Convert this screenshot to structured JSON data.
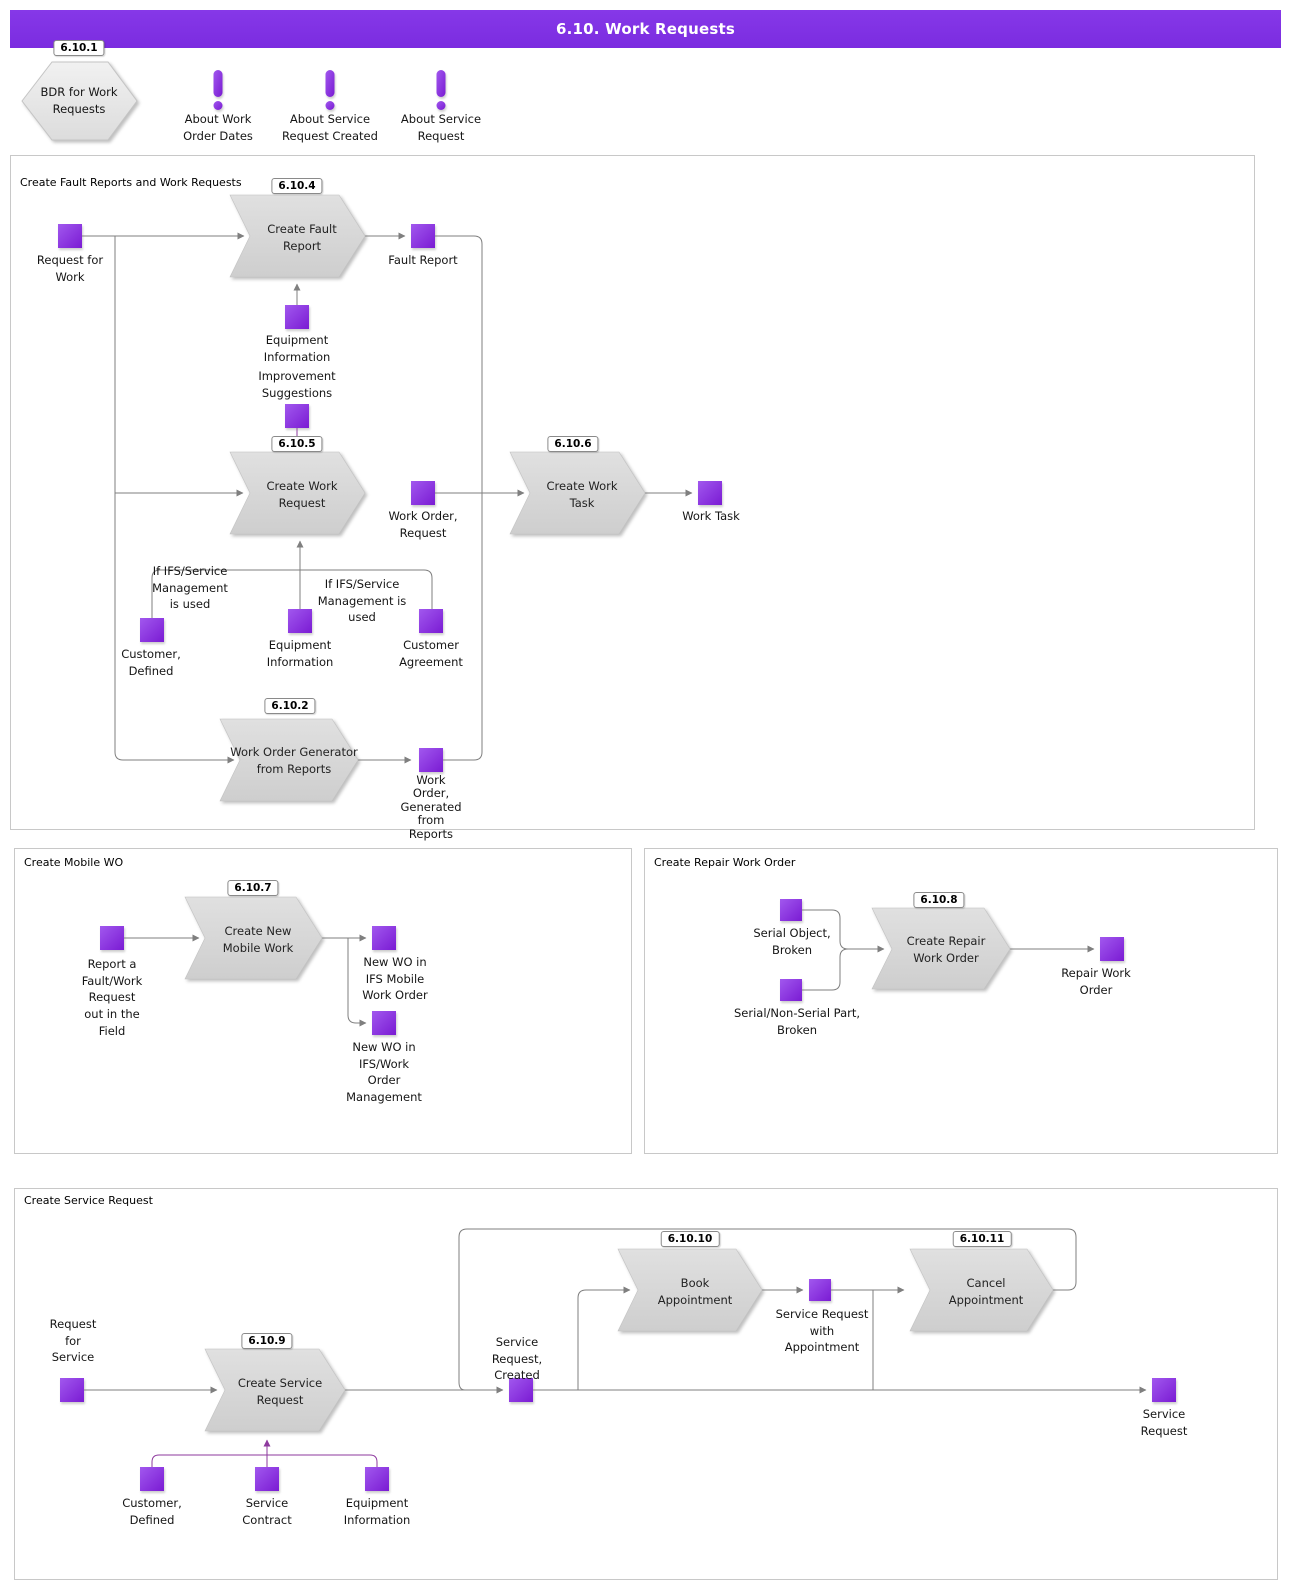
{
  "header": {
    "title": "6.10. Work Requests"
  },
  "bdr": {
    "badge": "6.10.1",
    "label": "BDR for Work\nRequests"
  },
  "notes": [
    {
      "label": "About Work\nOrder Dates"
    },
    {
      "label": "About Service\nRequest Created"
    },
    {
      "label": "About Service\nRequest"
    }
  ],
  "panels": {
    "fault": {
      "title": "Create Fault Reports and Work Requests",
      "proc": {
        "createFaultReport": {
          "badge": "6.10.4",
          "label": "Create Fault\nReport"
        },
        "createWorkRequest": {
          "badge": "6.10.5",
          "label": "Create Work\nRequest"
        },
        "createWorkTask": {
          "badge": "6.10.6",
          "label": "Create Work\nTask"
        },
        "workOrderGenerator": {
          "badge": "6.10.2",
          "label": "Work Order Generator\nfrom Reports"
        }
      },
      "nodes": {
        "requestForWork": "Request for\nWork",
        "faultReport": "Fault Report",
        "equipmentInformationTop": "Equipment\nInformation",
        "improvementSuggestions": "Improvement\nSuggestions",
        "workOrderRequest": "Work Order,\nRequest",
        "workTask": "Work Task",
        "conditionLeft": "If IFS/Service\nManagement\nis used",
        "conditionRight": "If IFS/Service\nManagement is\nused",
        "customerDefined": "Customer,\nDefined",
        "equipmentInformation": "Equipment\nInformation",
        "customerAgreement": "Customer\nAgreement",
        "workOrderGenerated": "Work\nOrder,\nGenerated\nfrom\nReports"
      }
    },
    "mobile": {
      "title": "Create Mobile WO",
      "proc": {
        "createNewMobileWork": {
          "badge": "6.10.7",
          "label": "Create New\nMobile Work"
        }
      },
      "nodes": {
        "reportFault": "Report a\nFault/Work\nRequest\nout in the\nField",
        "newWoMobile": "New WO in\nIFS Mobile\nWork Order",
        "newWoIfs": "New WO in\nIFS/Work\nOrder\nManagement"
      }
    },
    "repair": {
      "title": "Create Repair Work Order",
      "proc": {
        "createRepairWorkOrder": {
          "badge": "6.10.8",
          "label": "Create Repair\nWork Order"
        }
      },
      "nodes": {
        "serialObject": "Serial Object,\nBroken",
        "serialPart": "Serial/Non-Serial Part,\nBroken",
        "repairWorkOrder": "Repair Work\nOrder"
      }
    },
    "service": {
      "title": "Create Service Request",
      "proc": {
        "createServiceRequest": {
          "badge": "6.10.9",
          "label": "Create Service\nRequest"
        },
        "bookAppointment": {
          "badge": "6.10.10",
          "label": "Book\nAppointment"
        },
        "cancelAppointment": {
          "badge": "6.10.11",
          "label": "Cancel\nAppointment"
        }
      },
      "nodes": {
        "requestForService": "Request\nfor\nService",
        "serviceRequestCreated": "Service\nRequest,\nCreated",
        "serviceRequestWithAppointment": "Service Request\nwith\nAppointment",
        "serviceRequest": "Service\nRequest",
        "customerDefined": "Customer,\nDefined",
        "serviceContract": "Service\nContract",
        "equipmentInformation": "Equipment\nInformation"
      }
    }
  },
  "colors": {
    "accent": "#7b2ce0",
    "square": "#8a2be2",
    "chevron": "#d9d9d9",
    "line": "#7f7f7f",
    "purpleLine": "#8e3a9e"
  }
}
